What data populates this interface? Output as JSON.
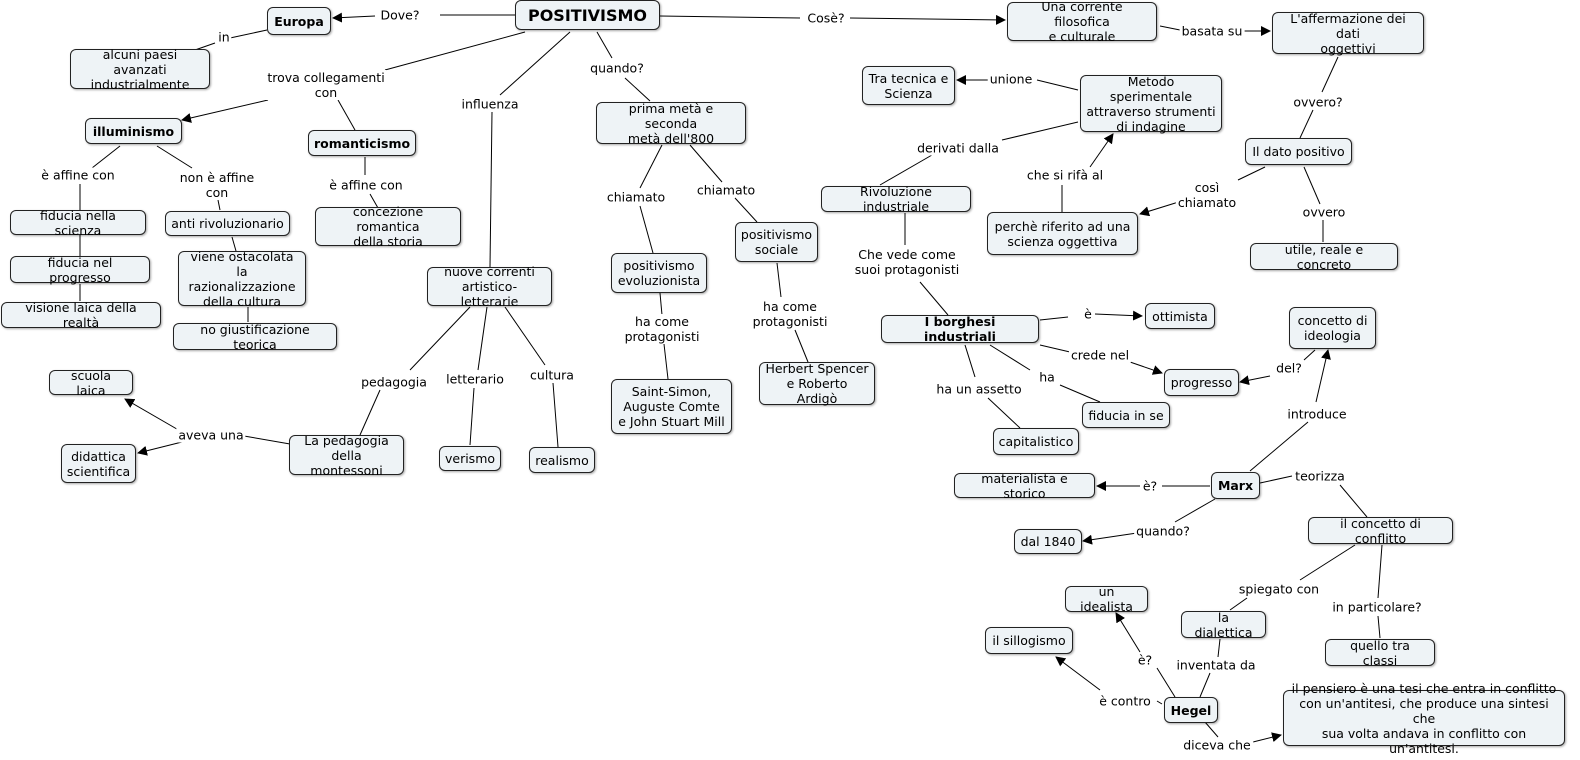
{
  "nodes": {
    "positivismo": "POSITIVISMO",
    "europa": "Europa",
    "paesi": "alcuni paesi avanzati\nindustrialmente",
    "corrente": "Una corrente filosofica\ne culturale",
    "affermazione": "L'affermazione dei dati\noggettivi",
    "illuminismo": "illuminismo",
    "romanticismo": "romanticismo",
    "concezione": "concezione romantica\ndella storia",
    "fiducia_scienza": "fiducia nella scienza",
    "fiducia_progresso": "fiducia nel progresso",
    "visione": "visione laica della realtà",
    "anti": "anti rivoluzionario",
    "viene": "viene ostacolata la\nrazionalizzazione\ndella cultura",
    "no_giust": "no giustificazione teorica",
    "nuove": "nuove correnti\nartistico-letterarie",
    "pedagogia_m": "La pedagogia\ndella montessoni",
    "scuola": "scuola laica",
    "didattica": "didattica\nscientifica",
    "verismo": "verismo",
    "realismo": "realismo",
    "prima": "prima metà e seconda\nmetà dell'800",
    "pos_evol": "positivismo\nevoluzionista",
    "pos_soc": "positivismo\nsociale",
    "saint": "Saint-Simon,\nAuguste Comte\ne John Stuart Mill",
    "herbert": "Herbert Spencer\ne Roberto Ardigò",
    "tra": "Tra tecnica e\nScienza",
    "metodo": "Metodo sperimentale\nattraverso strumenti\ndi indagine",
    "rivoluzione": "Rivoluzione industriale",
    "perche": "perchè riferito ad una\nscienza oggettiva",
    "dato": "Il dato positivo",
    "utile": "utile, reale e concreto",
    "borghesi": "I borghesi industriali",
    "ottimista": "ottimista",
    "progresso": "progresso",
    "fiducia_se": "fiducia in se",
    "capitalistico": "capitalistico",
    "ideologia": "concetto di\nideologia",
    "marx": "Marx",
    "materialista": "materialista e storico",
    "dal1840": "dal 1840",
    "conflitto": "il concetto di conflitto",
    "dialettica": "la dialettica",
    "classi": "quello tra classi",
    "idealista": "un idealista",
    "sillogismo": "il sillogismo",
    "hegel": "Hegel",
    "pensiero": "il pensiero è una tesi che entra in conflitto\ncon un'antitesi, che produce una sintesi che\nsua volta andava in conflitto con un'antitesi."
  },
  "links": {
    "dove": "Dove?",
    "in": "in",
    "cose": "Cosè?",
    "basata": "basata su",
    "trova": "trova collegamenti\ncon",
    "influenza": "influenza",
    "quando": "quando?",
    "affine1": "è affine con",
    "non_affine": "non è affine\ncon",
    "affine2": "è affine con",
    "pedagogia": "pedagogia",
    "letterario": "letterario",
    "cultura": "cultura",
    "aveva": "aveva una",
    "chiamato1": "chiamato",
    "chiamato2": "chiamato",
    "protag1": "ha come\nprotagonisti",
    "protag2": "ha come\nprotagonisti",
    "unione": "unione",
    "derivati": "derivati dalla",
    "rifa": "che si rifà al",
    "ovvero1": "ovvero?",
    "cosi": "così\nchiamato",
    "ovvero2": "ovvero",
    "che_vede": "Che vede come\nsuoi protagonisti",
    "e": "è",
    "crede": "crede nel",
    "ha": "ha",
    "assetto": "ha un assetto",
    "del": "del?",
    "introduce": "introduce",
    "e_q": "è?",
    "teorizza": "teorizza",
    "quando2": "quando?",
    "spiegato": "spiegato con",
    "particolare": "in particolare?",
    "inventata": "inventata da",
    "e_q2": "è?",
    "contro": "è contro",
    "diceva": "diceva che"
  },
  "colors": {
    "node_fill": "#eef3f6",
    "stroke": "#222222"
  }
}
